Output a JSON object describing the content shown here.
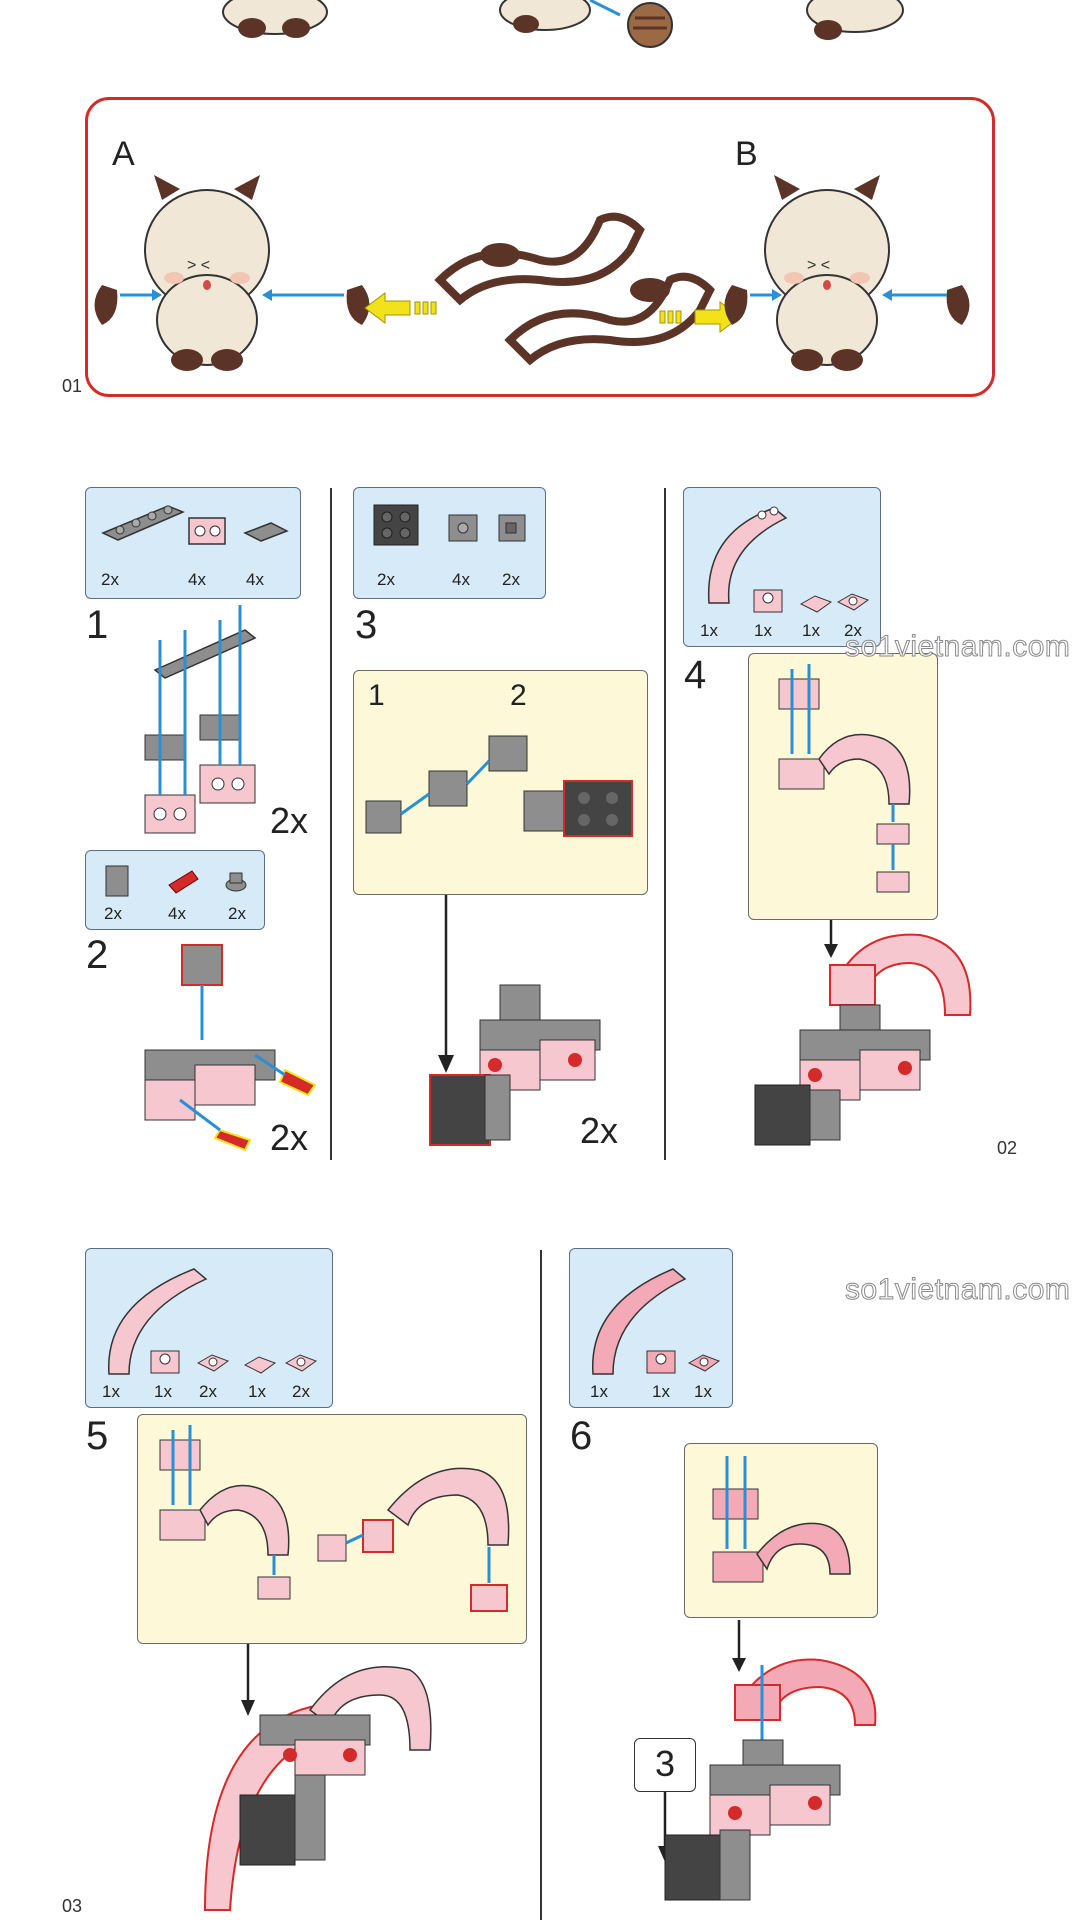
{
  "section1": {
    "label_a": "A",
    "label_b": "B",
    "page": "01"
  },
  "section2": {
    "page": "02",
    "watermark": "so1vietnam.com",
    "step1": {
      "num": "1",
      "counts": [
        "2x",
        "4x",
        "4x"
      ],
      "multiplier": "2x"
    },
    "step2": {
      "num": "2",
      "counts": [
        "2x",
        "4x",
        "2x"
      ],
      "multiplier": "2x"
    },
    "step3": {
      "num": "3",
      "counts": [
        "2x",
        "4x",
        "2x"
      ],
      "sub_labels": [
        "1",
        "2"
      ],
      "multiplier": "2x"
    },
    "step4": {
      "num": "4",
      "counts": [
        "1x",
        "1x",
        "1x",
        "2x"
      ]
    }
  },
  "section3": {
    "page": "03",
    "watermark": "so1vietnam.com",
    "step5": {
      "num": "5",
      "counts": [
        "1x",
        "1x",
        "2x",
        "1x",
        "2x"
      ]
    },
    "step6": {
      "num": "6",
      "counts": [
        "1x",
        "1x",
        "1x"
      ],
      "ref": "3"
    }
  },
  "colors": {
    "frame_red": "#d42a2a",
    "parts_blue": "#d6ebf7",
    "sub_yellow": "#fdf8d7",
    "brick_pink": "#f6c7cf",
    "brick_gray": "#8e8e8e",
    "brick_dark": "#444444",
    "arrow_blue": "#2b8fd6",
    "cat_cream": "#f1e7d6",
    "cat_brown": "#5b3427"
  },
  "icons": [
    "cat-figure-icon",
    "blue-arrow-icon",
    "yellow-arrow-icon",
    "brick-icon",
    "black-arrow-icon"
  ]
}
